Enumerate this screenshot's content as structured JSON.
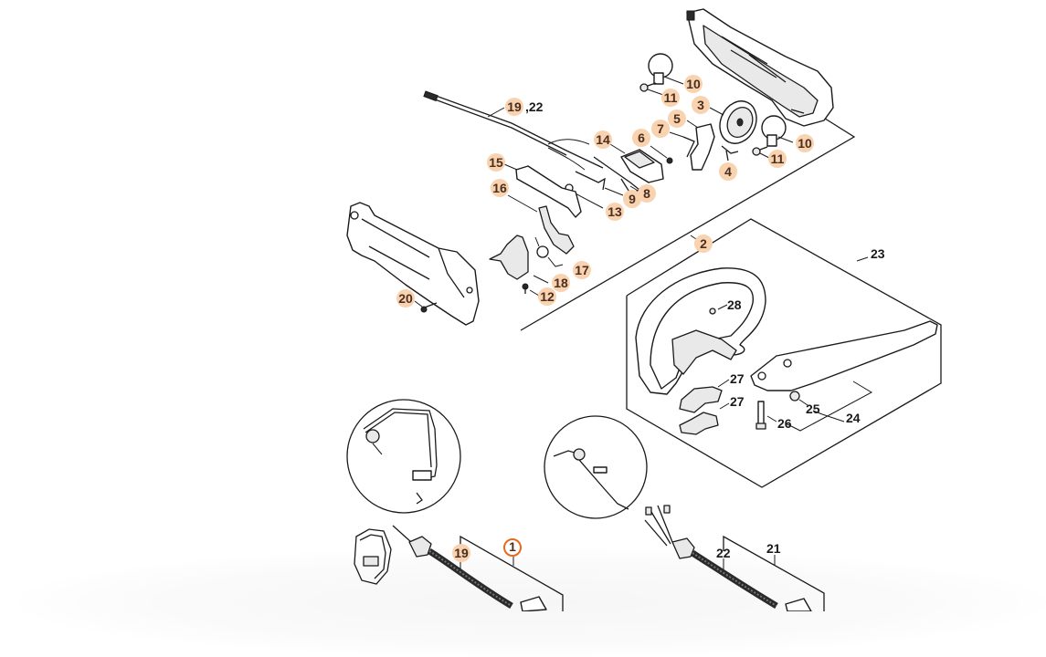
{
  "diagram": {
    "type": "exploded-parts-diagram",
    "colors": {
      "callout_fill": "#f9d2b0",
      "callout_text": "#4a2e1e",
      "active_ring": "#e8691e",
      "line": "#1a1a1a",
      "background": "#ffffff"
    },
    "callouts": [
      {
        "id": "c1",
        "label": "1",
        "style": "active"
      },
      {
        "id": "c2",
        "label": "2",
        "style": "bubble"
      },
      {
        "id": "c3",
        "label": "3",
        "style": "bubble"
      },
      {
        "id": "c4",
        "label": "4",
        "style": "bubble"
      },
      {
        "id": "c5",
        "label": "5",
        "style": "bubble"
      },
      {
        "id": "c6",
        "label": "6",
        "style": "bubble"
      },
      {
        "id": "c7",
        "label": "7",
        "style": "bubble"
      },
      {
        "id": "c8",
        "label": "8",
        "style": "bubble"
      },
      {
        "id": "c9",
        "label": "9",
        "style": "bubble"
      },
      {
        "id": "c10a",
        "label": "10",
        "style": "bubble"
      },
      {
        "id": "c10b",
        "label": "10",
        "style": "bubble"
      },
      {
        "id": "c11a",
        "label": "11",
        "style": "bubble"
      },
      {
        "id": "c11b",
        "label": "11",
        "style": "bubble"
      },
      {
        "id": "c12",
        "label": "12",
        "style": "bubble"
      },
      {
        "id": "c13",
        "label": "13",
        "style": "bubble"
      },
      {
        "id": "c14",
        "label": "14",
        "style": "bubble"
      },
      {
        "id": "c15",
        "label": "15",
        "style": "bubble"
      },
      {
        "id": "c16",
        "label": "16",
        "style": "bubble"
      },
      {
        "id": "c17",
        "label": "17",
        "style": "bubble"
      },
      {
        "id": "c18",
        "label": "18",
        "style": "bubble"
      },
      {
        "id": "c19a",
        "label": "19",
        "style": "bubble",
        "suffix": ",22"
      },
      {
        "id": "c19b",
        "label": "19",
        "style": "bubble"
      },
      {
        "id": "c20",
        "label": "20",
        "style": "bubble"
      }
    ],
    "plain_labels": [
      {
        "id": "p21",
        "label": "21"
      },
      {
        "id": "p22",
        "label": "22"
      },
      {
        "id": "p23",
        "label": "23"
      },
      {
        "id": "p24",
        "label": "24"
      },
      {
        "id": "p25",
        "label": "25"
      },
      {
        "id": "p26",
        "label": "26"
      },
      {
        "id": "p27a",
        "label": "27"
      },
      {
        "id": "p27b",
        "label": "27"
      },
      {
        "id": "p28",
        "label": "28"
      }
    ]
  }
}
